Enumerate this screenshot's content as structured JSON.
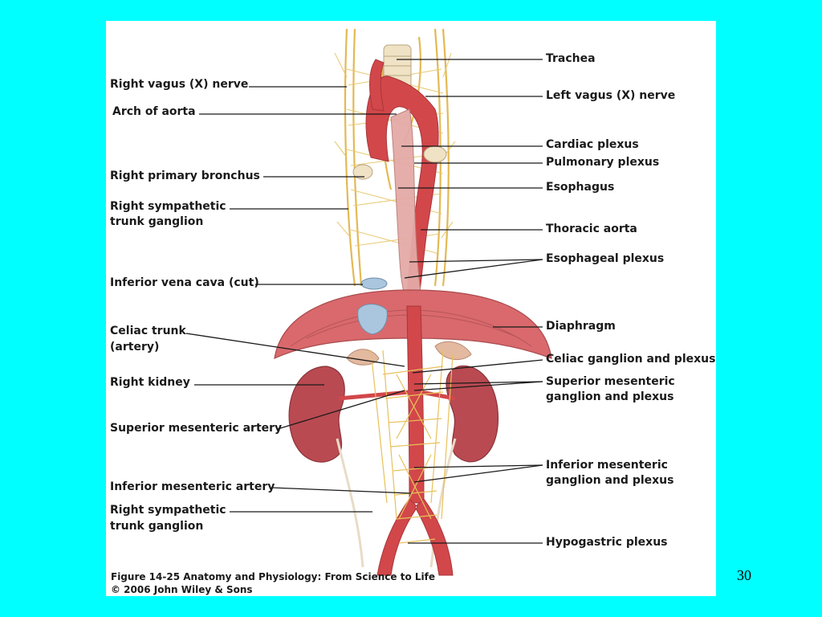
{
  "labels": {
    "trachea": "Trachea",
    "left_vagus": "Left vagus (X) nerve",
    "right_vagus": "Right vagus (X) nerve",
    "arch_aorta": "Arch of aorta",
    "cardiac_plexus": "Cardiac plexus",
    "pulmonary_plexus": "Pulmonary plexus",
    "right_bronchus": "Right primary bronchus",
    "esophagus": "Esophagus",
    "right_symp_upper_1": "Right sympathetic",
    "right_symp_upper_2": "trunk ganglion",
    "thoracic_aorta": "Thoracic aorta",
    "esophageal_plexus": "Esophageal plexus",
    "ivc": "Inferior vena cava (cut)",
    "diaphragm": "Diaphragm",
    "celiac_trunk_1": "Celiac trunk",
    "celiac_trunk_2": "(artery)",
    "celiac_ganglion": "Celiac ganglion and plexus",
    "right_kidney": "Right kidney",
    "sup_mes_ganglion_1": "Superior mesenteric",
    "sup_mes_ganglion_2": "ganglion and plexus",
    "sup_mes_artery": "Superior mesenteric artery",
    "inf_mes_ganglion_1": "Inferior mesenteric",
    "inf_mes_ganglion_2": "ganglion and plexus",
    "inf_mes_artery": "Inferior mesenteric artery",
    "right_symp_lower_1": "Right sympathetic",
    "right_symp_lower_2": "trunk ganglion",
    "hypogastric": "Hypogastric plexus"
  },
  "caption": {
    "line1": "Figure 14-25  Anatomy and Physiology: From Science to Life",
    "line2": "© 2006 John Wiley & Sons"
  },
  "slide_number": "30",
  "colors": {
    "background": "#00ffff",
    "artery": "#d2474a",
    "muscle": "#d9696c",
    "nerve": "#e8c15a",
    "vein": "#a9c6de"
  }
}
